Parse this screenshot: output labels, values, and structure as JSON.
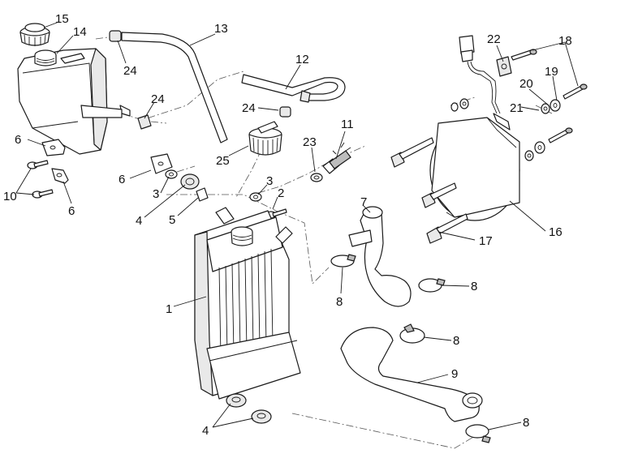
{
  "callouts": [
    {
      "id": "c1",
      "text": "1"
    },
    {
      "id": "c2",
      "text": "2"
    },
    {
      "id": "c3a",
      "text": "3"
    },
    {
      "id": "c3b",
      "text": "3"
    },
    {
      "id": "c4a",
      "text": "4"
    },
    {
      "id": "c4b",
      "text": "4"
    },
    {
      "id": "c5",
      "text": "5"
    },
    {
      "id": "c6a",
      "text": "6"
    },
    {
      "id": "c6b",
      "text": "6"
    },
    {
      "id": "c6c",
      "text": "6"
    },
    {
      "id": "c7",
      "text": "7"
    },
    {
      "id": "c8a",
      "text": "8"
    },
    {
      "id": "c8b",
      "text": "8"
    },
    {
      "id": "c8c",
      "text": "8"
    },
    {
      "id": "c8d",
      "text": "8"
    },
    {
      "id": "c9",
      "text": "9"
    },
    {
      "id": "c10",
      "text": "10"
    },
    {
      "id": "c11",
      "text": "11"
    },
    {
      "id": "c12",
      "text": "12"
    },
    {
      "id": "c13",
      "text": "13"
    },
    {
      "id": "c14",
      "text": "14"
    },
    {
      "id": "c15",
      "text": "15"
    },
    {
      "id": "c16",
      "text": "16"
    },
    {
      "id": "c17",
      "text": "17"
    },
    {
      "id": "c18",
      "text": "18"
    },
    {
      "id": "c19",
      "text": "19"
    },
    {
      "id": "c20",
      "text": "20"
    },
    {
      "id": "c21",
      "text": "21"
    },
    {
      "id": "c22",
      "text": "22"
    },
    {
      "id": "c23",
      "text": "23"
    },
    {
      "id": "c24a",
      "text": "24"
    },
    {
      "id": "c24b",
      "text": "24"
    },
    {
      "id": "c24c",
      "text": "24"
    },
    {
      "id": "c25",
      "text": "25"
    }
  ]
}
